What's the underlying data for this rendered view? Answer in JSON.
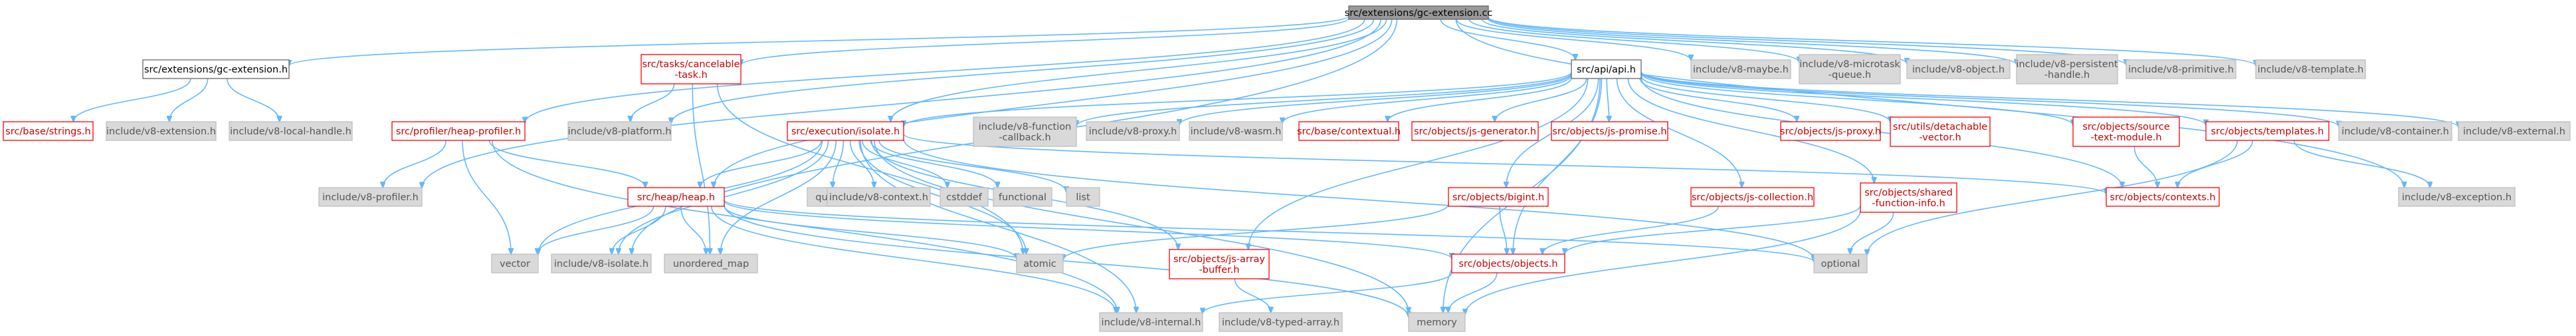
{
  "diagram": {
    "root": "src/extensions/gc-extension.cc",
    "colors": {
      "edge": "#63b8ff",
      "local_border": "#ff0000",
      "system_fill": "#d9d9d9",
      "root_fill": "#999999"
    },
    "nodes": [
      {
        "id": "root",
        "lines": [
          "src/extensions/gc-extension.cc"
        ],
        "kind": "root"
      },
      {
        "id": "gcext_h",
        "lines": [
          "src/extensions/gc-extension.h"
        ],
        "kind": "plain"
      },
      {
        "id": "cancelable",
        "lines": [
          "src/tasks/cancelable",
          "-task.h"
        ],
        "kind": "local"
      },
      {
        "id": "api_h",
        "lines": [
          "src/api/api.h"
        ],
        "kind": "plain"
      },
      {
        "id": "v8_maybe",
        "lines": [
          "include/v8-maybe.h"
        ],
        "kind": "sys"
      },
      {
        "id": "v8_microtask",
        "lines": [
          "include/v8-microtask",
          "-queue.h"
        ],
        "kind": "sys"
      },
      {
        "id": "v8_object",
        "lines": [
          "include/v8-object.h"
        ],
        "kind": "sys"
      },
      {
        "id": "v8_persistent",
        "lines": [
          "include/v8-persistent",
          "-handle.h"
        ],
        "kind": "sys"
      },
      {
        "id": "v8_primitive",
        "lines": [
          "include/v8-primitive.h"
        ],
        "kind": "sys"
      },
      {
        "id": "v8_template",
        "lines": [
          "include/v8-template.h"
        ],
        "kind": "sys"
      },
      {
        "id": "base_strings",
        "lines": [
          "src/base/strings.h"
        ],
        "kind": "local"
      },
      {
        "id": "v8_extension",
        "lines": [
          "include/v8-extension.h"
        ],
        "kind": "sys"
      },
      {
        "id": "v8_local_handle",
        "lines": [
          "include/v8-local-handle.h"
        ],
        "kind": "sys"
      },
      {
        "id": "profiler_heap",
        "lines": [
          "src/profiler/heap-profiler.h"
        ],
        "kind": "local"
      },
      {
        "id": "v8_platform",
        "lines": [
          "include/v8-platform.h"
        ],
        "kind": "sys"
      },
      {
        "id": "exec_isolate",
        "lines": [
          "src/execution/isolate.h"
        ],
        "kind": "local"
      },
      {
        "id": "v8_function_cb",
        "lines": [
          "include/v8-function",
          "-callback.h"
        ],
        "kind": "sys"
      },
      {
        "id": "v8_proxy",
        "lines": [
          "include/v8-proxy.h"
        ],
        "kind": "sys"
      },
      {
        "id": "v8_wasm",
        "lines": [
          "include/v8-wasm.h"
        ],
        "kind": "sys"
      },
      {
        "id": "base_contextual",
        "lines": [
          "src/base/contextual.h"
        ],
        "kind": "local"
      },
      {
        "id": "js_generator",
        "lines": [
          "src/objects/js-generator.h"
        ],
        "kind": "local"
      },
      {
        "id": "js_promise",
        "lines": [
          "src/objects/js-promise.h"
        ],
        "kind": "local"
      },
      {
        "id": "js_proxy",
        "lines": [
          "src/objects/js-proxy.h"
        ],
        "kind": "local"
      },
      {
        "id": "detachable",
        "lines": [
          "src/utils/detachable",
          "-vector.h"
        ],
        "kind": "local"
      },
      {
        "id": "source_text",
        "lines": [
          "src/objects/source",
          "-text-module.h"
        ],
        "kind": "local"
      },
      {
        "id": "templates_h",
        "lines": [
          "src/objects/templates.h"
        ],
        "kind": "local"
      },
      {
        "id": "v8_container",
        "lines": [
          "include/v8-container.h"
        ],
        "kind": "sys"
      },
      {
        "id": "v8_external",
        "lines": [
          "include/v8-external.h"
        ],
        "kind": "sys"
      },
      {
        "id": "v8_profiler",
        "lines": [
          "include/v8-profiler.h"
        ],
        "kind": "sys"
      },
      {
        "id": "heap_heap",
        "lines": [
          "src/heap/heap.h"
        ],
        "kind": "local"
      },
      {
        "id": "queue",
        "lines": [
          "queue"
        ],
        "kind": "sys"
      },
      {
        "id": "v8_context",
        "lines": [
          "include/v8-context.h"
        ],
        "kind": "sys"
      },
      {
        "id": "cstddef",
        "lines": [
          "cstddef"
        ],
        "kind": "sys"
      },
      {
        "id": "functional",
        "lines": [
          "functional"
        ],
        "kind": "sys"
      },
      {
        "id": "list",
        "lines": [
          "list"
        ],
        "kind": "sys"
      },
      {
        "id": "bigint",
        "lines": [
          "src/objects/bigint.h"
        ],
        "kind": "local"
      },
      {
        "id": "js_collection",
        "lines": [
          "src/objects/js-collection.h"
        ],
        "kind": "local"
      },
      {
        "id": "shared_fi",
        "lines": [
          "src/objects/shared",
          "-function-info.h"
        ],
        "kind": "local"
      },
      {
        "id": "contexts",
        "lines": [
          "src/objects/contexts.h"
        ],
        "kind": "local"
      },
      {
        "id": "v8_exception",
        "lines": [
          "include/v8-exception.h"
        ],
        "kind": "sys"
      },
      {
        "id": "vector",
        "lines": [
          "vector"
        ],
        "kind": "sys"
      },
      {
        "id": "v8_isolate",
        "lines": [
          "include/v8-isolate.h"
        ],
        "kind": "sys"
      },
      {
        "id": "unordered_map",
        "lines": [
          "unordered_map"
        ],
        "kind": "sys"
      },
      {
        "id": "atomic",
        "lines": [
          "atomic"
        ],
        "kind": "sys"
      },
      {
        "id": "js_array_buffer",
        "lines": [
          "src/objects/js-array",
          "-buffer.h"
        ],
        "kind": "local"
      },
      {
        "id": "objects_h",
        "lines": [
          "src/objects/objects.h"
        ],
        "kind": "local"
      },
      {
        "id": "optional",
        "lines": [
          "optional"
        ],
        "kind": "sys"
      },
      {
        "id": "v8_internal",
        "lines": [
          "include/v8-internal.h"
        ],
        "kind": "sys"
      },
      {
        "id": "v8_typed_array",
        "lines": [
          "include/v8-typed-array.h"
        ],
        "kind": "sys"
      },
      {
        "id": "memory",
        "lines": [
          "memory"
        ],
        "kind": "sys"
      }
    ],
    "edges": [
      [
        "root",
        "gcext_h"
      ],
      [
        "root",
        "cancelable"
      ],
      [
        "root",
        "api_h"
      ],
      [
        "root",
        "v8_maybe"
      ],
      [
        "root",
        "v8_microtask"
      ],
      [
        "root",
        "v8_object"
      ],
      [
        "root",
        "v8_persistent"
      ],
      [
        "root",
        "v8_primitive"
      ],
      [
        "root",
        "v8_template"
      ],
      [
        "root",
        "profiler_heap"
      ],
      [
        "root",
        "exec_isolate"
      ],
      [
        "root",
        "heap_heap"
      ],
      [
        "root",
        "v8_profiler"
      ],
      [
        "root",
        "v8_platform"
      ],
      [
        "root",
        "v8_isolate"
      ],
      [
        "root",
        "v8_exception"
      ],
      [
        "gcext_h",
        "base_strings"
      ],
      [
        "gcext_h",
        "v8_extension"
      ],
      [
        "gcext_h",
        "v8_local_handle"
      ],
      [
        "cancelable",
        "v8_platform"
      ],
      [
        "cancelable",
        "atomic"
      ],
      [
        "cancelable",
        "unordered_map"
      ],
      [
        "api_h",
        "v8_function_cb"
      ],
      [
        "api_h",
        "v8_proxy"
      ],
      [
        "api_h",
        "v8_wasm"
      ],
      [
        "api_h",
        "base_contextual"
      ],
      [
        "api_h",
        "js_generator"
      ],
      [
        "api_h",
        "js_promise"
      ],
      [
        "api_h",
        "js_proxy"
      ],
      [
        "api_h",
        "detachable"
      ],
      [
        "api_h",
        "source_text"
      ],
      [
        "api_h",
        "templates_h"
      ],
      [
        "api_h",
        "v8_container"
      ],
      [
        "api_h",
        "v8_external"
      ],
      [
        "api_h",
        "exec_isolate"
      ],
      [
        "api_h",
        "bigint"
      ],
      [
        "api_h",
        "js_collection"
      ],
      [
        "api_h",
        "shared_fi"
      ],
      [
        "api_h",
        "contexts"
      ],
      [
        "api_h",
        "objects_h"
      ],
      [
        "api_h",
        "js_array_buffer"
      ],
      [
        "api_h",
        "memory"
      ],
      [
        "profiler_heap",
        "v8_profiler"
      ],
      [
        "profiler_heap",
        "heap_heap"
      ],
      [
        "profiler_heap",
        "vector"
      ],
      [
        "profiler_heap",
        "v8_internal"
      ],
      [
        "exec_isolate",
        "heap_heap"
      ],
      [
        "exec_isolate",
        "queue"
      ],
      [
        "exec_isolate",
        "v8_context"
      ],
      [
        "exec_isolate",
        "cstddef"
      ],
      [
        "exec_isolate",
        "functional"
      ],
      [
        "exec_isolate",
        "list"
      ],
      [
        "exec_isolate",
        "vector"
      ],
      [
        "exec_isolate",
        "v8_isolate"
      ],
      [
        "exec_isolate",
        "unordered_map"
      ],
      [
        "exec_isolate",
        "atomic"
      ],
      [
        "exec_isolate",
        "js_array_buffer"
      ],
      [
        "exec_isolate",
        "contexts"
      ],
      [
        "exec_isolate",
        "optional"
      ],
      [
        "exec_isolate",
        "v8_internal"
      ],
      [
        "exec_isolate",
        "memory"
      ],
      [
        "heap_heap",
        "vector"
      ],
      [
        "heap_heap",
        "v8_isolate"
      ],
      [
        "heap_heap",
        "unordered_map"
      ],
      [
        "heap_heap",
        "atomic"
      ],
      [
        "heap_heap",
        "objects_h"
      ],
      [
        "heap_heap",
        "optional"
      ],
      [
        "heap_heap",
        "v8_internal"
      ],
      [
        "heap_heap",
        "memory"
      ],
      [
        "bigint",
        "objects_h"
      ],
      [
        "bigint",
        "atomic"
      ],
      [
        "js_collection",
        "objects_h"
      ],
      [
        "shared_fi",
        "objects_h"
      ],
      [
        "shared_fi",
        "optional"
      ],
      [
        "shared_fi",
        "memory"
      ],
      [
        "source_text",
        "contexts"
      ],
      [
        "templates_h",
        "contexts"
      ],
      [
        "templates_h",
        "v8_exception"
      ],
      [
        "templates_h",
        "optional"
      ],
      [
        "js_array_buffer",
        "v8_typed_array"
      ],
      [
        "objects_h",
        "memory"
      ],
      [
        "objects_h",
        "v8_internal"
      ]
    ]
  }
}
